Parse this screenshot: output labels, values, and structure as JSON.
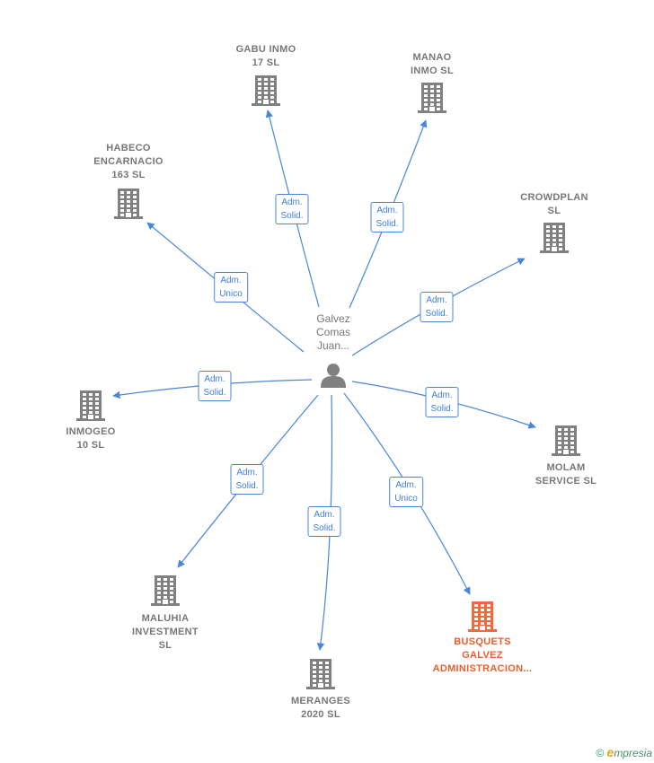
{
  "colors": {
    "edge": "#4a86d8",
    "node": "#808080",
    "highlight": "#f26a3b",
    "text": "#777777"
  },
  "center": {
    "icon": "person-icon",
    "lines": [
      "Galvez",
      "Comas",
      "Juan..."
    ]
  },
  "companies": [
    {
      "id": "gabu",
      "lines": [
        "GABU INMO",
        "17  SL"
      ],
      "role": [
        "Adm.",
        "Solid."
      ],
      "highlight": false,
      "icon": "building-icon"
    },
    {
      "id": "manao",
      "lines": [
        "MANAO",
        "INMO  SL"
      ],
      "role": [
        "Adm.",
        "Solid."
      ],
      "highlight": false,
      "icon": "building-icon"
    },
    {
      "id": "habeco",
      "lines": [
        "HABECO",
        "ENCARNACIO",
        "163  SL"
      ],
      "role": [
        "Adm.",
        "Unico"
      ],
      "highlight": false,
      "icon": "building-icon"
    },
    {
      "id": "crowdplan",
      "lines": [
        "CROWDPLAN",
        "SL"
      ],
      "role": [
        "Adm.",
        "Solid."
      ],
      "highlight": false,
      "icon": "building-icon"
    },
    {
      "id": "inmogeo",
      "lines": [
        "INMOGEO",
        "10 SL"
      ],
      "role": [
        "Adm.",
        "Solid."
      ],
      "highlight": false,
      "icon": "building-icon"
    },
    {
      "id": "molam",
      "lines": [
        "MOLAM",
        "SERVICE SL"
      ],
      "role": [
        "Adm.",
        "Solid."
      ],
      "highlight": false,
      "icon": "building-icon"
    },
    {
      "id": "maluhia",
      "lines": [
        "MALUHIA",
        "INVESTMENT",
        "SL"
      ],
      "role": [
        "Adm.",
        "Solid."
      ],
      "highlight": false,
      "icon": "building-icon"
    },
    {
      "id": "meranges",
      "lines": [
        "MERANGES",
        "2020  SL"
      ],
      "role": [
        "Adm.",
        "Solid."
      ],
      "highlight": false,
      "icon": "building-icon"
    },
    {
      "id": "busquets",
      "lines": [
        "BUSQUETS",
        "GALVEZ",
        "ADMINISTRACION..."
      ],
      "role": [
        "Adm.",
        "Unico"
      ],
      "highlight": true,
      "icon": "building-icon"
    }
  ],
  "footer": {
    "symbol": "©",
    "brand_initial": "e",
    "brand_rest": "mpresia"
  }
}
